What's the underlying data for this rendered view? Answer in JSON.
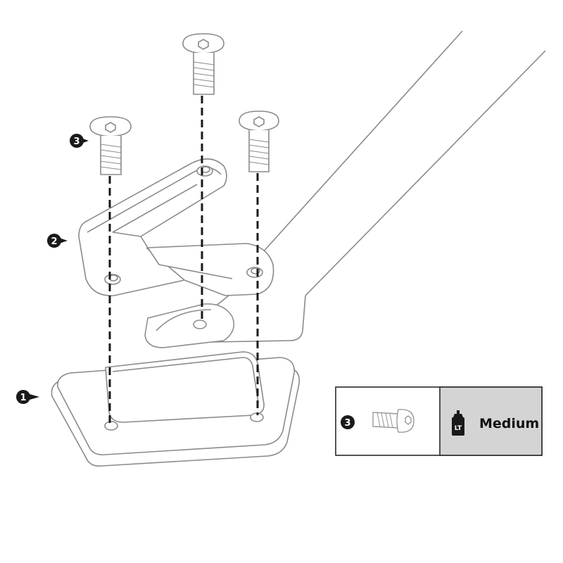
{
  "callouts": [
    {
      "number": "1",
      "part": "base-plate"
    },
    {
      "number": "2",
      "part": "bracket"
    },
    {
      "number": "3",
      "part": "screw"
    }
  ],
  "legend": {
    "screw_callout": "3",
    "threadlocker_icon_text": "LT",
    "threadlocker_strength": "Medium",
    "strength_cell_color": "#d4d4d4"
  },
  "colors": {
    "line": "#7a7a7a",
    "dark_line": "#1a1a1a",
    "callout_fill": "#1a1a1a",
    "background": "#ffffff"
  }
}
